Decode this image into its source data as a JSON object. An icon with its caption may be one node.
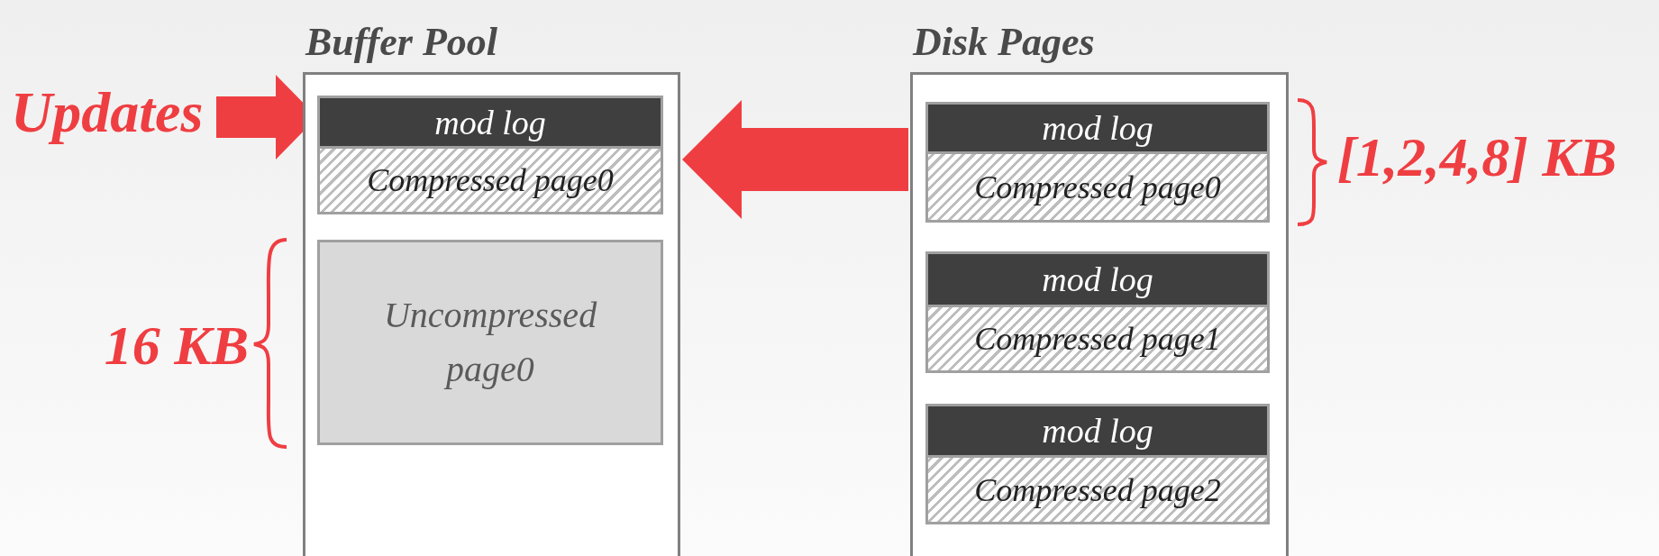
{
  "diagram": {
    "nodes": [
      {
        "text": [
          "Buffer Pool"
        ]
      },
      {
        "text": [
          "mod log"
        ],
        "in": 0
      },
      {
        "text": [
          "Compressed page0"
        ],
        "in": 0
      },
      {
        "text": [
          "Uncompressed page0"
        ],
        "in": 0
      },
      {
        "text": [
          "Disk Pages"
        ]
      },
      {
        "text": [
          "mod log"
        ],
        "in": 4
      },
      {
        "text": [
          "Compressed page0"
        ],
        "in": 4
      },
      {
        "text": [
          "mod log"
        ],
        "in": 4
      },
      {
        "text": [
          "Compressed page1"
        ],
        "in": 4
      },
      {
        "text": [
          "mod log"
        ],
        "in": 4
      },
      {
        "text": [
          "Compressed page2"
        ],
        "in": 4
      },
      {
        "text": [
          "Updates"
        ]
      }
    ],
    "edges": [
      {
        "from": 11,
        "to": 1,
        "arrow": "to"
      },
      {
        "from": 4,
        "to": 0,
        "arrow": "to"
      }
    ],
    "labels": [
      "16 KB",
      "[1,2,4,8] KB"
    ]
  }
}
